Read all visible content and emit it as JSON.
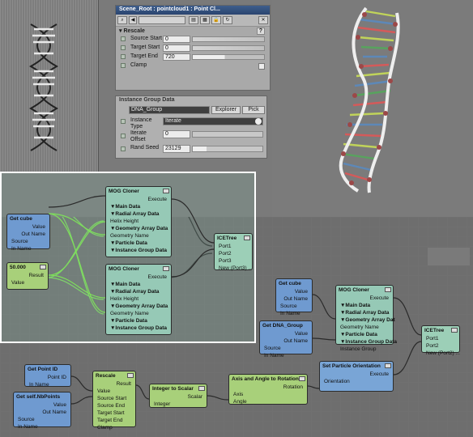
{
  "prop_panel": {
    "title": "Scene_Root : pointcloud1 : Point Cl...",
    "section": "Rescale",
    "rows": [
      {
        "label": "Source Start",
        "value": "0"
      },
      {
        "label": "Target Start",
        "value": "0"
      },
      {
        "label": "Target End",
        "value": "720"
      },
      {
        "label": "Clamp",
        "value": ""
      }
    ],
    "help": "?"
  },
  "inst_panel": {
    "title": "Instance Group Data",
    "group_name": "DNA_Group",
    "explorer": "Explorer",
    "pick": "Pick",
    "instance_type_label": "Instance Type",
    "instance_type_value": "Iterate",
    "iterate_offset_label": "Iterate Offset",
    "iterate_offset_value": "0",
    "rand_seed_label": "Rand Seed",
    "rand_seed_value": "23129"
  },
  "graph": {
    "get_cube_1": {
      "title": "Get cube",
      "value": "Value",
      "out_name": "Out Name",
      "source": "Source",
      "in_name": "In Name"
    },
    "scalar": {
      "title": "50.000",
      "result": "Result",
      "value": "Value"
    },
    "mog1": {
      "title": "MOG Cloner",
      "execute": "Execute",
      "main": "▼Main Data",
      "radial": "▼Radial Array Data",
      "helix": "Helix Height",
      "geo": "▼Geometry Array Data",
      "geo_name": "Geometry Name",
      "particle": "▼Particle Data",
      "inst": "▼Instance Group Data"
    },
    "mog2": {
      "title": "MOG Cloner",
      "execute": "Execute",
      "main": "▼Main Data",
      "radial": "▼Radial Array Data",
      "helix": "Helix Height",
      "geo": "▼Geometry Array Data",
      "geo_name": "Geometry Name",
      "particle": "▼Particle Data",
      "inst": "▼Instance Group Data"
    },
    "icetree1": {
      "title": "ICETree",
      "p1": "Port1",
      "p2": "Port2",
      "p3": "Port3",
      "new": "New (Port3) ..."
    },
    "get_cube_2": {
      "title": "Get cube",
      "value": "Value",
      "out_name": "Out Name",
      "source": "Source",
      "in_name": "In Name"
    },
    "mog3": {
      "title": "MOG Cloner",
      "execute": "Execute",
      "main": "▼Main Data",
      "radial": "▼Radial Array Data",
      "geo": "▼Geometry Array Dat",
      "geo_name": "Geometry Name",
      "particle": "▼Particle Data",
      "inst": "▼Instance Group Data",
      "inst_group": "Instance Group"
    },
    "get_dna": {
      "title": "Get DNA_Group",
      "value": "Value",
      "out_name": "Out Name",
      "source": "Source",
      "in_name": "In Name"
    },
    "icetree2": {
      "title": "ICETree",
      "p1": "Port1",
      "p2": "Port2",
      "new": "New (Port2) ..."
    },
    "get_pid": {
      "title": "Get Point ID",
      "pid": "Point ID",
      "in_name": "In Name"
    },
    "get_nb": {
      "title": "Get self.NbPoints",
      "value": "Value",
      "out_name": "Out Name",
      "source": "Source",
      "in_name": "In Name"
    },
    "rescale": {
      "title": "Rescale",
      "result": "Result",
      "value": "Value",
      "src_start": "Source Start",
      "src_end": "Source End",
      "tgt_start": "Target Start",
      "tgt_end": "Target End",
      "clamp": "Clamp"
    },
    "int2scalar": {
      "title": "Integer to Scalar",
      "scalar": "Scalar",
      "integer": "Integer"
    },
    "axis_angle": {
      "title": "Axis and Angle to Rotation",
      "rotation": "Rotation",
      "axis": "Axis",
      "angle": "Angle"
    },
    "set_orient": {
      "title": "Set Particle Orientation",
      "execute": "Execute",
      "orientation": "Orientation"
    }
  }
}
